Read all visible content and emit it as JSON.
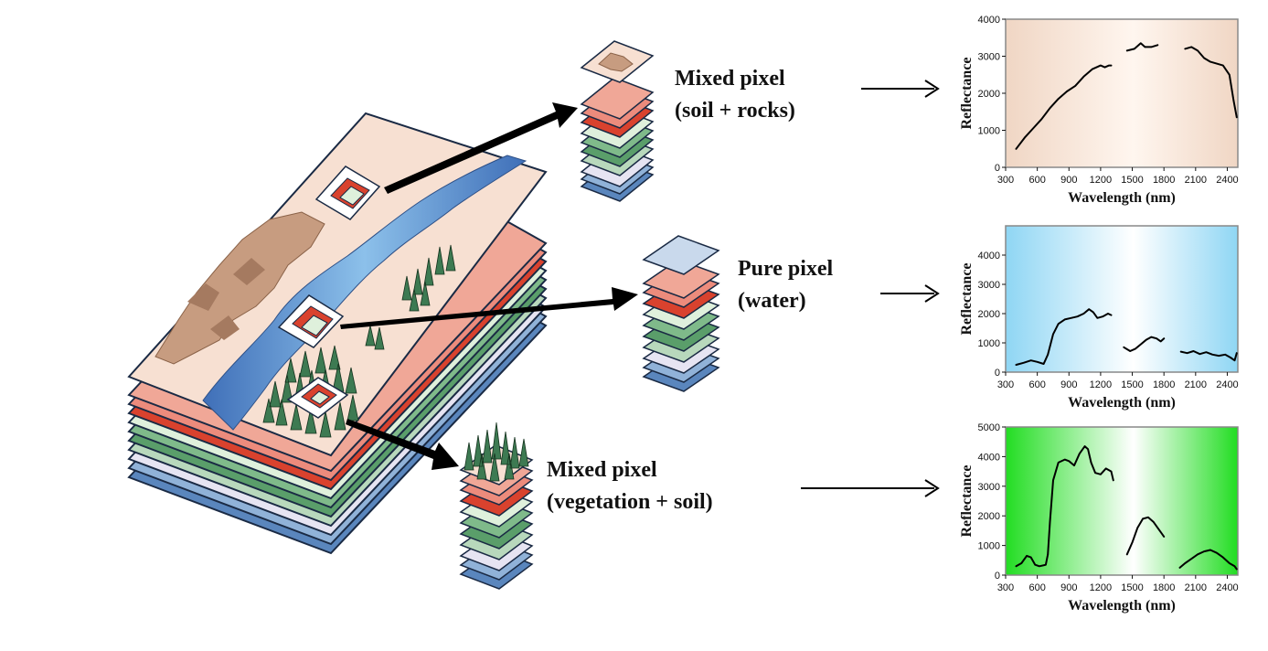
{
  "labels": {
    "soil": {
      "line1": "Mixed pixel",
      "line2": "(soil + rocks)"
    },
    "water": {
      "line1": "Pure pixel",
      "line2": "(water)"
    },
    "veg": {
      "line1": "Mixed pixel",
      "line2": "(vegetation + soil)"
    }
  },
  "colors": {
    "soil_bg": "#f0d6c4",
    "water_bg": "#8fd6f4",
    "veg_bg": "#22dd22",
    "band_red": "#e06a55",
    "band_green": "#5ea56e",
    "band_blue": "#5d8cc0"
  },
  "chart_data": [
    {
      "id": "soil",
      "type": "line",
      "xlabel": "Wavelength (nm)",
      "ylabel": "Reflectance",
      "xlim": [
        300,
        2500
      ],
      "ylim": [
        0,
        4000
      ],
      "xticks": [
        300,
        600,
        900,
        1200,
        1500,
        1800,
        2100,
        2400
      ],
      "yticks": [
        0,
        1000,
        2000,
        3000,
        4000
      ],
      "series": [
        {
          "x": [
            400,
            480,
            560,
            640,
            720,
            800,
            880,
            960,
            1040,
            1120,
            1200,
            1240,
            1280,
            1300
          ],
          "y": [
            500,
            800,
            1050,
            1300,
            1600,
            1850,
            2050,
            2200,
            2450,
            2650,
            2750,
            2700,
            2750,
            2750
          ]
        },
        {
          "x": [
            1450,
            1520,
            1580,
            1620,
            1680,
            1740
          ],
          "y": [
            3150,
            3200,
            3350,
            3250,
            3250,
            3300
          ]
        },
        {
          "x": [
            2000,
            2060,
            2120,
            2180,
            2240,
            2300,
            2360,
            2420,
            2460,
            2490
          ],
          "y": [
            3200,
            3250,
            3150,
            2950,
            2850,
            2800,
            2750,
            2500,
            1800,
            1350
          ]
        }
      ]
    },
    {
      "id": "water",
      "type": "line",
      "xlabel": "Wavelength (nm)",
      "ylabel": "Reflectance",
      "xlim": [
        300,
        2500
      ],
      "ylim": [
        0,
        5000
      ],
      "xticks": [
        300,
        600,
        900,
        1200,
        1500,
        1800,
        2100,
        2400
      ],
      "yticks": [
        0,
        1000,
        2000,
        3000,
        4000
      ],
      "series": [
        {
          "x": [
            400,
            470,
            540,
            600,
            660,
            700,
            750,
            800,
            860,
            920,
            980,
            1040,
            1090,
            1130,
            1170,
            1220,
            1270,
            1300
          ],
          "y": [
            250,
            320,
            400,
            350,
            280,
            600,
            1300,
            1650,
            1800,
            1850,
            1900,
            2000,
            2150,
            2050,
            1850,
            1900,
            2000,
            1950
          ]
        },
        {
          "x": [
            1420,
            1480,
            1530,
            1580,
            1630,
            1680,
            1730,
            1770,
            1800
          ],
          "y": [
            850,
            720,
            800,
            950,
            1100,
            1200,
            1150,
            1050,
            1150
          ]
        },
        {
          "x": [
            1960,
            2020,
            2080,
            2140,
            2200,
            2260,
            2320,
            2380,
            2430,
            2470,
            2490
          ],
          "y": [
            700,
            650,
            720,
            620,
            680,
            600,
            560,
            600,
            500,
            400,
            650
          ]
        }
      ]
    },
    {
      "id": "veg",
      "type": "line",
      "xlabel": "Wavelength (nm)",
      "ylabel": "Reflectance",
      "xlim": [
        300,
        2500
      ],
      "ylim": [
        0,
        5000
      ],
      "xticks": [
        300,
        600,
        900,
        1200,
        1500,
        1800,
        2100,
        2400
      ],
      "yticks": [
        0,
        1000,
        2000,
        3000,
        4000,
        5000
      ],
      "series": [
        {
          "x": [
            400,
            450,
            500,
            540,
            580,
            620,
            680,
            700,
            720,
            750,
            800,
            860,
            900,
            950,
            1000,
            1050,
            1080,
            1110,
            1150,
            1200,
            1250,
            1300,
            1320
          ],
          "y": [
            300,
            400,
            650,
            600,
            350,
            300,
            350,
            700,
            1800,
            3200,
            3800,
            3900,
            3850,
            3700,
            4100,
            4350,
            4250,
            3800,
            3450,
            3400,
            3600,
            3500,
            3200
          ]
        },
        {
          "x": [
            1450,
            1500,
            1550,
            1600,
            1650,
            1700,
            1750,
            1800
          ],
          "y": [
            700,
            1100,
            1600,
            1900,
            1950,
            1800,
            1550,
            1300
          ]
        },
        {
          "x": [
            1950,
            2000,
            2060,
            2120,
            2180,
            2240,
            2300,
            2360,
            2420,
            2470,
            2490
          ],
          "y": [
            250,
            400,
            550,
            700,
            800,
            850,
            750,
            600,
            400,
            300,
            200
          ]
        }
      ]
    }
  ]
}
